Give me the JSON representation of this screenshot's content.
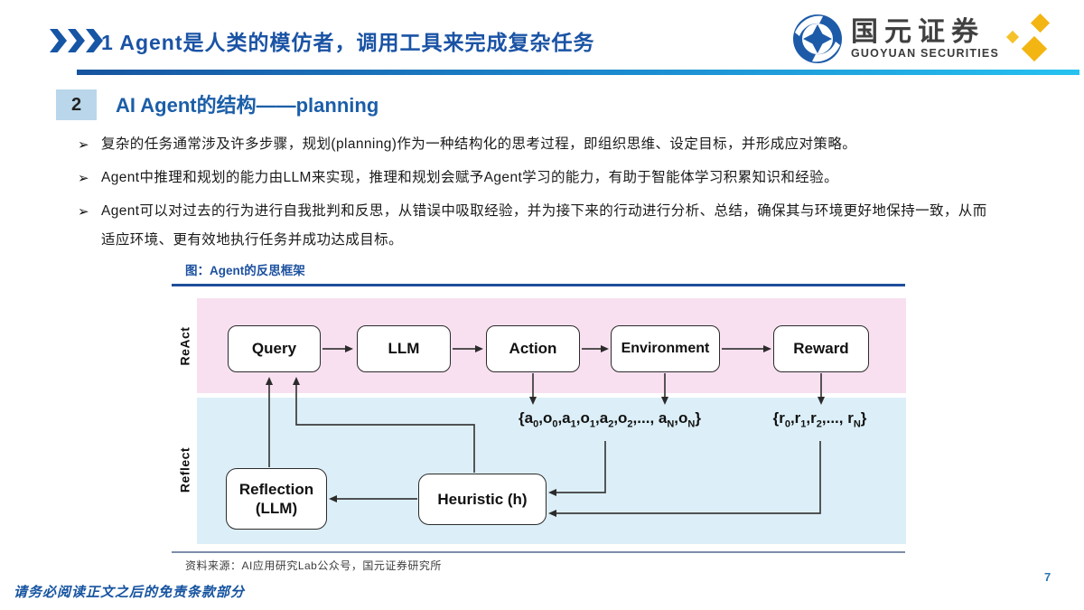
{
  "header": {
    "title": "1 Agent是人类的模仿者，调用工具来完成复杂任务",
    "logo_cn": "国元证券",
    "logo_en": "GUOYUAN SECURITIES"
  },
  "section": {
    "number": "2",
    "title": "AI Agent的结构——planning"
  },
  "bullet_marker": "➢",
  "bullets": [
    "复杂的任务通常涉及许多步骤，规划(planning)作为一种结构化的思考过程，即组织思维、设定目标，并形成应对策略。",
    "Agent中推理和规划的能力由LLM来实现，推理和规划会赋予Agent学习的能力，有助于智能体学习积累知识和经验。",
    "Agent可以对过去的行为进行自我批判和反思，从错误中吸取经验，并为接下来的行动进行分析、总结，确保其与环境更好地保持一致，从而适应环境、更有效地执行任务并成功达成目标。"
  ],
  "figure": {
    "title": "图：Agent的反思框架",
    "react_label": "ReAct",
    "reflect_label": "Reflect",
    "boxes": {
      "query": "Query",
      "llm": "LLM",
      "action": "Action",
      "environment": "Environment",
      "reward": "Reward",
      "reflection": "Reflection\n(LLM)",
      "heuristic": "Heuristic (h)"
    },
    "sets": {
      "ao": "{a_0,o_0,a_1,o_1,a_2,o_2,..., a_N,o_N}",
      "r": "{r_0,r_1,r_2,..., r_N}"
    },
    "source": "资料来源：AI应用研究Lab公众号，国元证券研究所"
  },
  "footer": {
    "disclaimer": "请务必阅读正文之后的免责条款部分",
    "page_number": "7"
  },
  "colors": {
    "accent_blue": "#1B5EA8",
    "gradient_start": "#17549F",
    "gradient_end": "#26C2F0",
    "panel_pink": "#F8E0F0",
    "panel_blue": "#DCEFF8",
    "logo_gold": "#F3B512"
  }
}
